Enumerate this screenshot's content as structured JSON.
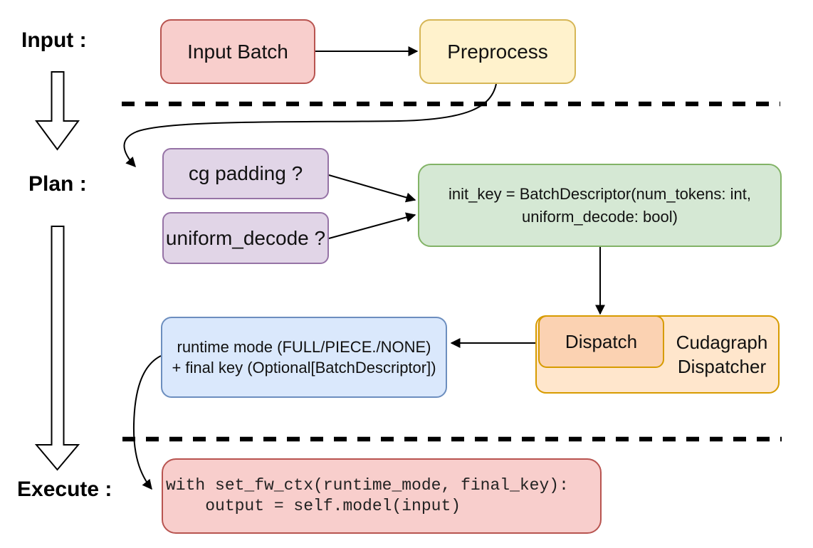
{
  "labels": {
    "input": "Input :",
    "plan": "Plan :",
    "execute": "Execute :"
  },
  "nodes": {
    "input_batch": {
      "label": "Input Batch",
      "fill": "#f8cecc",
      "border": "#b85450"
    },
    "preprocess": {
      "label": "Preprocess",
      "fill": "#fff2cc",
      "border": "#d6b656"
    },
    "cg_padding": {
      "label": "cg padding ?",
      "fill": "#e1d5e7",
      "border": "#9673a6"
    },
    "uniform_decode": {
      "label": "uniform_decode ?",
      "fill": "#e1d5e7",
      "border": "#9673a6"
    },
    "init_key": {
      "line1": "init_key = BatchDescriptor(num_tokens: int,",
      "line2": "uniform_decode: bool)",
      "fill": "#d5e8d4",
      "border": "#82b366"
    },
    "cudagraph_dispatcher": {
      "line1": "Cudagraph",
      "line2": "Dispatcher",
      "fill": "#ffe6cc",
      "border": "#d79b00"
    },
    "dispatch": {
      "label": "Dispatch",
      "fill": "#fbd2b2",
      "border": "#d79b00"
    },
    "runtime_result": {
      "line1": "runtime mode (FULL/PIECE./NONE)",
      "line2": "+ final key (Optional[BatchDescriptor])",
      "fill": "#dae8fc",
      "border": "#6c8ebf"
    },
    "execute_code": {
      "line1": "with set_fw_ctx(runtime_mode, final_key):",
      "line2": "    output = self.model(input)",
      "fill": "#f8cecc",
      "border": "#b85450"
    }
  },
  "connector_color": "#000000"
}
